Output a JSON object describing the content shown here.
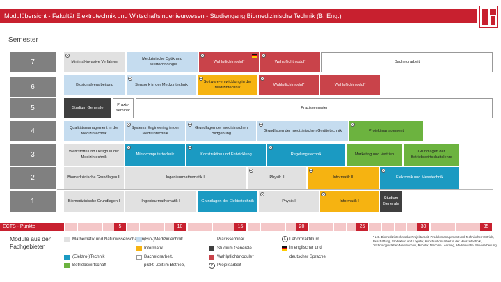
{
  "header": {
    "title": "Modulübersicht - Fakultät Elektrotechnik und Wirtschaftsingenieurwesen - Studiengang Biomedizinische Technik (B. Eng.)"
  },
  "semester_label": "Semester",
  "semesters": [
    "7",
    "6",
    "5",
    "4",
    "3",
    "2",
    "1"
  ],
  "modules": {
    "s7a": "Minimal-invasive Verfahren",
    "s7b": "Medizinische Optik und Lasertechnologie",
    "s7c": "Wahlpflichtmodul*",
    "s7d": "Wahlpflichtmodul*",
    "s7e": "Bachelorarbeit",
    "s6a": "Biosignalverarbeitung",
    "s6b": "Sensorik in der Medizintechnik",
    "s6c": "Software-entwicklung in der Medizintechnik",
    "s6d": "Wahlpflichtmodul*",
    "s6e": "Wahlpflichtmodul*",
    "s5a": "Studium Generale",
    "s5b": "Praxis-seminar",
    "s5c": "Praxissemester",
    "s4a": "Qualitätsmanagement in der Medizintechnik",
    "s4b": "Systems Engineering in der Medizintechnik",
    "s4c": "Grundlagen der medizinischen Bildgebung",
    "s4d": "Grundlagen der medizinischen Gerätetechnik",
    "s4e": "Projektmanagement",
    "s3a": "Werkstoffe und Design in der Medizintechnik",
    "s3b": "Mikrocomputertechnik",
    "s3c": "Konstruktion und Entwicklung",
    "s3d": "Regelungstechnik",
    "s3e": "Marketing und Vertrieb",
    "s3f": "Grundlagen der Betriebswirtschaftslehre",
    "s2a": "Biomedizinische Grundlagen II",
    "s2b": "Ingenieurmathematik II",
    "s2c": "Physik II",
    "s2d": "Informatik II",
    "s2e": "Elektronik und Messtechnik",
    "s1a": "Biomedizinische Grundlagen I",
    "s1b": "Ingenieurmathematik I",
    "s1c": "Grundlagen der Elektrotechnik",
    "s1d": "Physik I",
    "s1e": "Informatik I",
    "s1f": "Studium Generale"
  },
  "ects": {
    "label": "ECTS - Punkte",
    "marks": [
      "5",
      "10",
      "15",
      "20",
      "25",
      "30",
      "35"
    ]
  },
  "legend": {
    "title": "Module aus den Fachgebieten",
    "math": "Mathematik und Naturwissenschaften",
    "elektro": "(Elektro-)Technik",
    "bwl": "Betriebswirtschaft",
    "bio": "(Bio-)Medizintechnik",
    "info": "Informatik",
    "bachelor1": "Bachelorarbeit,",
    "bachelor2": "prakt. Zeit im Betrieb,",
    "praxisseminar": "Praxisseminar",
    "studium": "Studium Generale",
    "wahl": "Wahlpflichtmodule*",
    "labor": "Laborpraktikum",
    "english1": "in englischer und",
    "english2": "deutscher Sprache",
    "projekt": "Projektarbeit"
  },
  "footnote": "* z.B. Biomedizintechnische Projektarbeit, Produktmanagement und Technischer Vertrieb, Beschaffung, Produktion und Logistik, Konstruktionsarbeit in der Medizintechnik, Technologiestatten Messtechnik, Robotik, Machine Learning, Medizinische Bildverarbeitung",
  "colors": {
    "brand_red": "#c8202f",
    "gray": "#e1e1e1",
    "blue": "#c5dcef",
    "teal": "#1b9ac2",
    "yellow": "#f6b311",
    "dark": "#3f3f3f",
    "red": "#c9434a",
    "green": "#6cb33f"
  }
}
